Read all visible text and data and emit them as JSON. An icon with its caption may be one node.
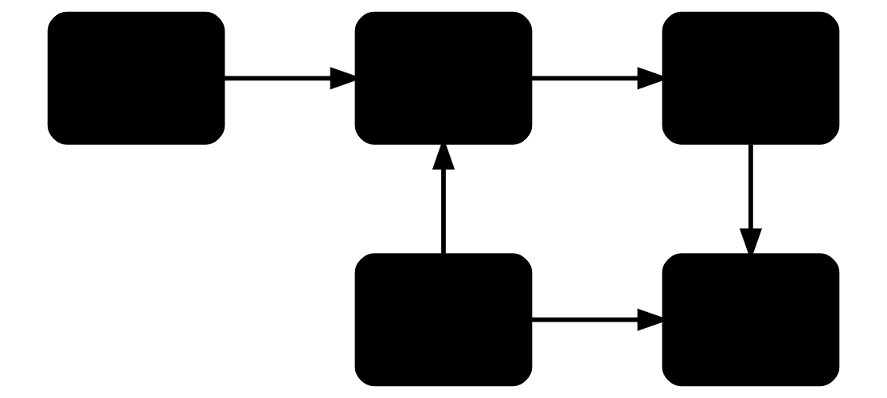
{
  "diagram": {
    "nodes": [
      {
        "text": [],
        "shape": "box"
      },
      {
        "text": [],
        "shape": "box"
      },
      {
        "text": [],
        "shape": "box"
      },
      {
        "text": [],
        "shape": "box"
      },
      {
        "text": [],
        "shape": "box"
      }
    ],
    "edges": [
      {
        "from": 0,
        "to": 1,
        "arrow": "to"
      },
      {
        "from": 1,
        "to": 2,
        "arrow": "to"
      },
      {
        "from": 2,
        "to": 4,
        "arrow": "to"
      },
      {
        "from": 3,
        "to": 4,
        "arrow": "to"
      },
      {
        "from": 3,
        "to": 1,
        "arrow": "to"
      }
    ]
  }
}
